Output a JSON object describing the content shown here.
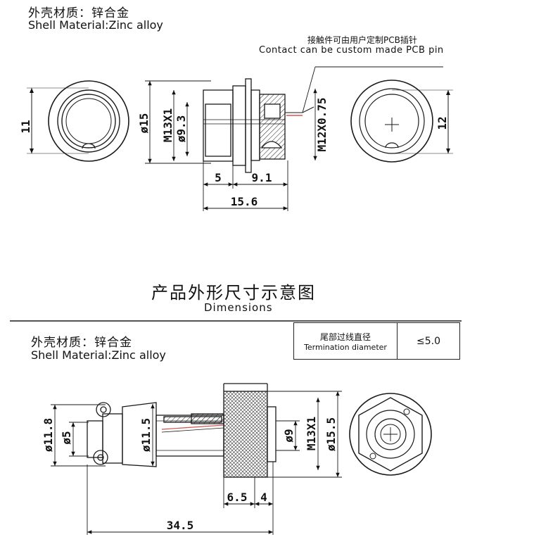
{
  "top_section": {
    "material_cn": "外壳材质：锌合金",
    "material_en": "Shell  Material:Zinc alloy",
    "note_cn": "接触件可由用户定制PCB插针",
    "note_en": "Contact can be custom made PCB pin",
    "dims": {
      "d11": "11",
      "d15": "ø15",
      "m13": "M13X1",
      "d9_3": "ø9.3",
      "m12": "M12X0.75",
      "d12": "12",
      "d5": "5",
      "d9_1": "9.1",
      "d15_6": "15.6"
    }
  },
  "title": {
    "cn": "产品外形尺寸示意图",
    "en": "Dimensions"
  },
  "bottom_section": {
    "material_cn": "外壳材质：锌合金",
    "material_en": "Shell  Material:Zinc alloy",
    "table": {
      "label_cn": "尾部过线直径",
      "label_en": "Termination diameter",
      "value": "≤5.0"
    },
    "dims": {
      "d11_8": "ø11.8",
      "d5": "ø5",
      "d11_5": "ø11.5",
      "d9": "ø9",
      "m13": "M13X1",
      "d15_5": "ø15.5",
      "d6_5": "6.5",
      "d4": "4",
      "d34_5": "34.5"
    }
  },
  "colors": {
    "line": "#1a1a1a",
    "pin_accent": "#d9534f"
  }
}
